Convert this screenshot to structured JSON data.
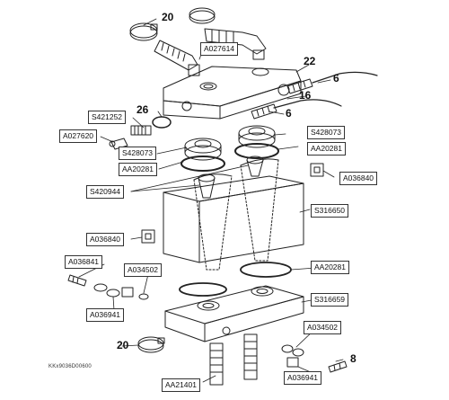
{
  "callouts": {
    "aa20281_left": "AA20281",
    "aa20281_mid": "AA20281",
    "aa20281_right": "AA20281",
    "a027614": "A027614",
    "s421252": "S421252",
    "a027620": "A027620",
    "s428073_left": "S428073",
    "s428073_right": "S428073",
    "s420944": "S420944",
    "a036840_right": "A036840",
    "s316650": "S316650",
    "a036840_left": "A036840",
    "a036841": "A036841",
    "a034502_left": "A034502",
    "a034502_right": "A034502",
    "s316659": "S316659",
    "a036941_left": "A036941",
    "a036941_right": "A036941",
    "aa21401": "AA21401"
  },
  "item_numbers": {
    "n20_top": "20",
    "n22": "22",
    "n6_top": "6",
    "n16": "16",
    "n6_mid": "6",
    "n26": "26",
    "n20_bottom": "20",
    "n8": "8"
  },
  "drawing_ref": "KKx9036D00600"
}
